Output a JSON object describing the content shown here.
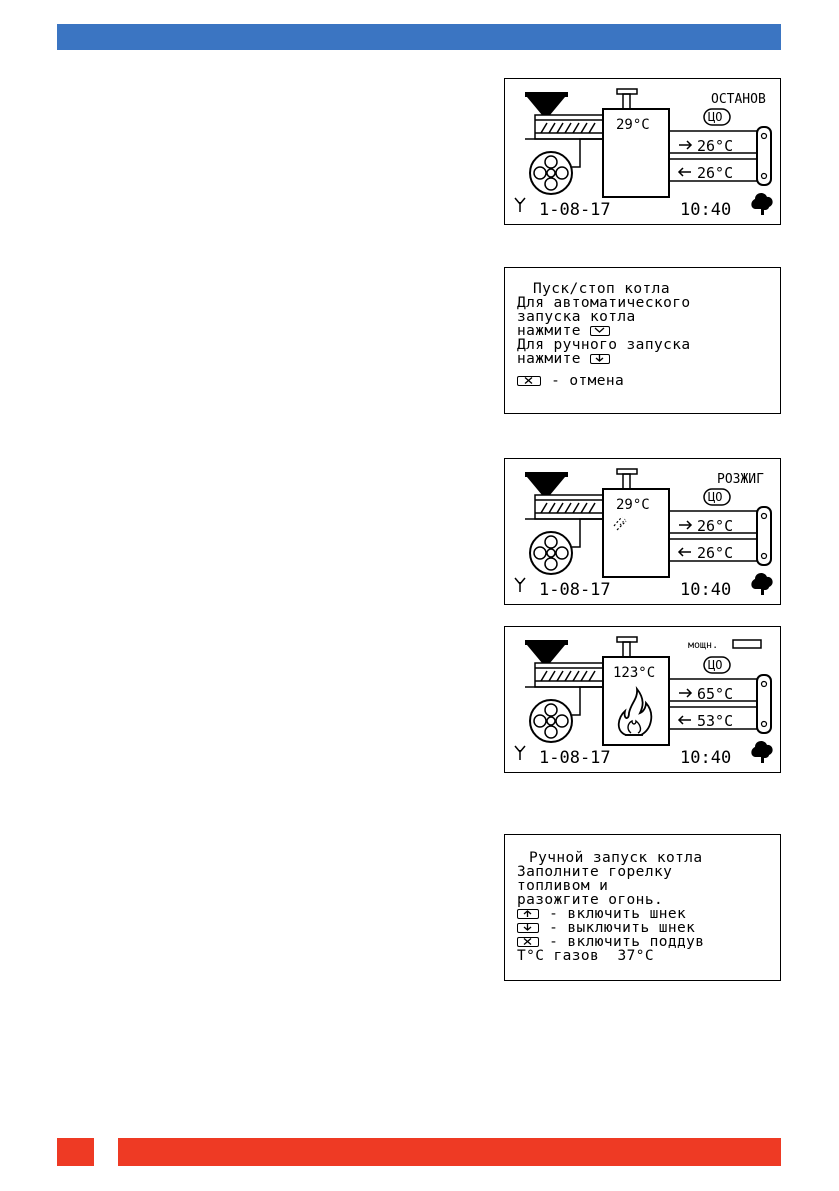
{
  "page": {
    "colors": {
      "top_bar": "#3b75c2",
      "footer_bar": "#ee3a24"
    }
  },
  "screens": [
    {
      "status": "ОСТАНОВ",
      "mode_badge": "ЦО",
      "boiler_temp": "29°C",
      "supply_temp": "26°C",
      "return_temp": "26°C",
      "date": "1-08-17",
      "time": "10:40"
    },
    {
      "title": "Пуск/стоп котла",
      "lines": [
        "Для автоматического",
        "запуска котла",
        "нажмите",
        "Для ручного запуска",
        "нажмите"
      ],
      "cancel_text": "- отмена",
      "keys": [
        "check-key-icon",
        "down-key-icon",
        "cancel-key-icon"
      ]
    },
    {
      "status": "РОЗЖИГ",
      "mode_badge": "ЦО",
      "boiler_temp": "29°C",
      "supply_temp": "26°C",
      "return_temp": "26°C",
      "date": "1-08-17",
      "time": "10:40"
    },
    {
      "status": "мощн.",
      "mode_badge": "ЦО",
      "boiler_temp": "123°C",
      "supply_temp": "65°C",
      "return_temp": "53°C",
      "date": "1-08-17",
      "time": "10:40"
    },
    {
      "title": "Ручной запуск котла",
      "lines": [
        "Заполните горелку",
        "топливом и",
        "разожгите огонь."
      ],
      "key_lines": [
        {
          "icon": "up-key-icon",
          "text": "- включить шнек"
        },
        {
          "icon": "down-key-icon",
          "text": "- выключить шнек"
        },
        {
          "icon": "cancel-key-icon",
          "text": "- включить поддув"
        }
      ],
      "flue_label": "T°C газов",
      "flue_temp": "37°C"
    }
  ]
}
